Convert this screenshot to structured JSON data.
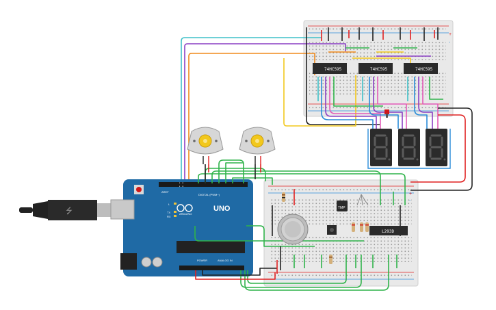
{
  "components": {
    "shift_registers": [
      {
        "label": "74HC595"
      },
      {
        "label": "74HC595"
      },
      {
        "label": "74HC595"
      }
    ],
    "motor_driver": {
      "label": "L293D"
    },
    "temp_sensor": {
      "label": "TMP"
    },
    "arduino": {
      "brand": "ARDUINO",
      "model": "UNO",
      "digital_label": "DIGITAL (PWM~)",
      "power_label": "POWER",
      "analog_label": "ANALOG IN",
      "tx": "TX",
      "rx": "RX",
      "l": "L",
      "aref": "AREF"
    },
    "breadboard_top": {
      "plus": "+",
      "minus": "-"
    },
    "breadboard_bottom": {
      "plus": "+",
      "minus": "-"
    }
  },
  "colors": {
    "wire_green": "#2fb34a",
    "wire_red": "#e02020",
    "wire_black": "#222222",
    "wire_orange": "#f08a1c",
    "wire_yellow": "#f2c81c",
    "wire_purple": "#8a3fc4",
    "wire_blue": "#2a8cd8",
    "wire_cyan": "#3fc0c8",
    "wire_pink": "#e35bb8",
    "arduino_blue": "#1f6aa5",
    "breadboard": "#ececec",
    "segment_display": "#2b2b2b"
  }
}
